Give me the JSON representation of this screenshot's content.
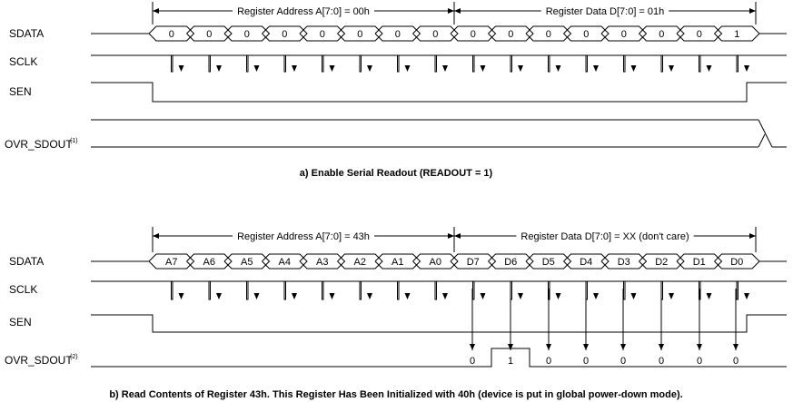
{
  "panel_a": {
    "signals": {
      "sdata": "SDATA",
      "sclk": "SCLK",
      "sen": "SEN",
      "ovr": "OVR_SDOUT",
      "ovr_note": "(1)"
    },
    "address_span": "Register Address A[7:0] = 00h",
    "data_span": "Register Data D[7:0] = 01h",
    "address_bits": [
      "0",
      "0",
      "0",
      "0",
      "0",
      "0",
      "0",
      "0"
    ],
    "data_bits": [
      "0",
      "0",
      "0",
      "0",
      "0",
      "0",
      "0",
      "1"
    ],
    "caption": "a) Enable Serial Readout (READOUT = 1)"
  },
  "panel_b": {
    "signals": {
      "sdata": "SDATA",
      "sclk": "SCLK",
      "sen": "SEN",
      "ovr": "OVR_SDOUT",
      "ovr_note": "(2)"
    },
    "address_span": "Register Address A[7:0] = 43h",
    "data_span": "Register Data D[7:0] = XX (don't care)",
    "address_bits": [
      "A7",
      "A6",
      "A5",
      "A4",
      "A3",
      "A2",
      "A1",
      "A0"
    ],
    "data_bits": [
      "D7",
      "D6",
      "D5",
      "D4",
      "D3",
      "D2",
      "D1",
      "D0"
    ],
    "readout_bits": [
      "0",
      "1",
      "0",
      "0",
      "0",
      "0",
      "0",
      "0"
    ],
    "caption": "b) Read Contents of Register 43h. This Register Has Been Initialized with 40h (device is put in global power-down mode)."
  }
}
